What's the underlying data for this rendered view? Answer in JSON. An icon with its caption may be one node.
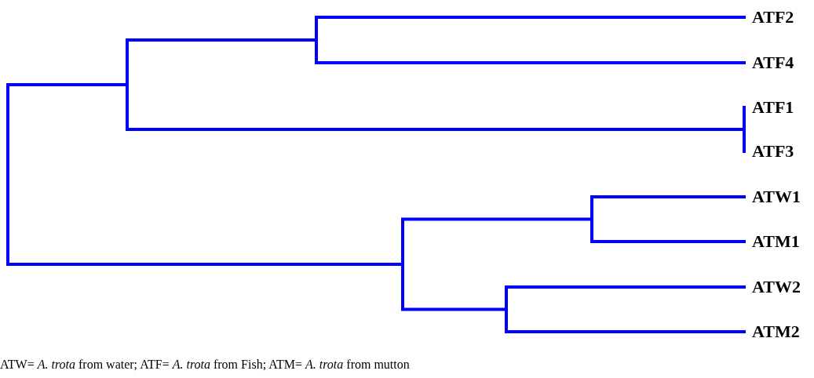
{
  "diagram": {
    "caption": "ATW= *A. trota* from water; ATF= *A. trota* from Fish; ATM= *A. trota* from mutton",
    "labels": [
      "ATF2",
      "ATF4",
      "ATF1",
      "ATF3",
      "ATW1",
      "ATM1",
      "ATW2",
      "ATM2"
    ]
  }
}
